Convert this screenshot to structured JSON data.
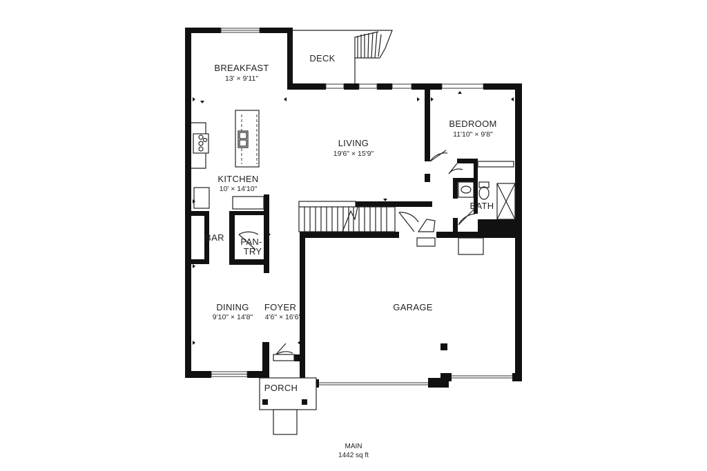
{
  "rooms": {
    "breakfast": {
      "name": "BREAKFAST",
      "dims": "13' × 9'11\""
    },
    "deck": {
      "name": "DECK"
    },
    "living": {
      "name": "LIVING",
      "dims": "19'6\" × 15'9\""
    },
    "bedroom": {
      "name": "BEDROOM",
      "dims": "11'10\" × 9'8\""
    },
    "kitchen": {
      "name": "KITCHEN",
      "dims": "10' × 14'10\""
    },
    "bar": {
      "name": "BAR"
    },
    "pantry": {
      "name_line1": "PAN-",
      "name_line2": "TRY"
    },
    "bath": {
      "name": "BATH"
    },
    "garage": {
      "name": "GARAGE"
    },
    "dining": {
      "name": "DINING",
      "dims": "9'10\" × 14'8\""
    },
    "foyer": {
      "name": "FOYER",
      "dims": "4'6\" × 16'6\""
    },
    "porch": {
      "name": "PORCH"
    }
  },
  "footer": {
    "level": "MAIN",
    "area": "1442 sq ft"
  }
}
